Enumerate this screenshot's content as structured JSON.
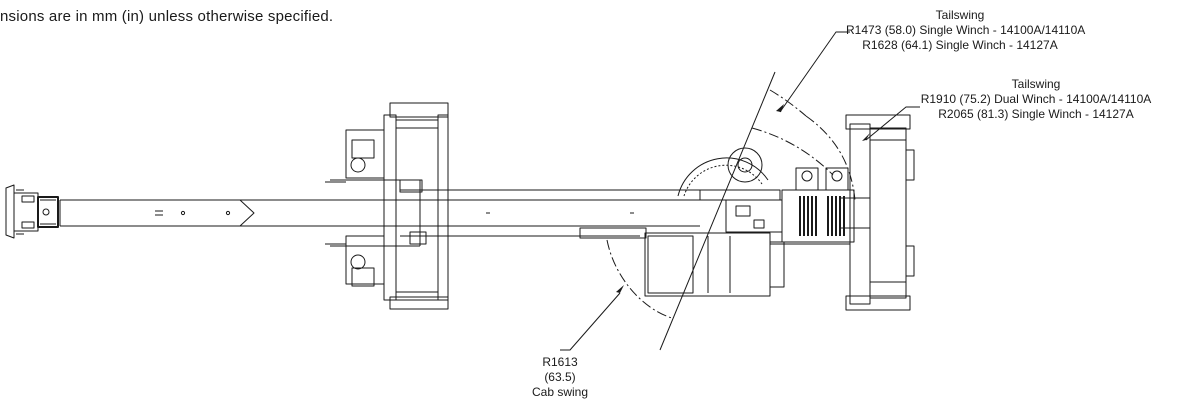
{
  "note": "nsions are in mm (in) unless otherwise specified.",
  "callouts": {
    "tailswing_1": {
      "title": "Tailswing",
      "line1": "R1473 (58.0) Single Winch - 14100A/14110A",
      "line2": "R1628 (64.1) Single Winch - 14127A"
    },
    "tailswing_2": {
      "title": "Tailswing",
      "line1": "R1910 (75.2) Dual Winch - 14100A/14110A",
      "line2": "R2065 (81.3) Single Winch - 14127A"
    },
    "cab_swing": {
      "line1": "R1613",
      "line2": "(63.5)",
      "line3": "Cab swing"
    }
  },
  "colors": {
    "line": "#1a1a1a",
    "background": "#ffffff"
  }
}
